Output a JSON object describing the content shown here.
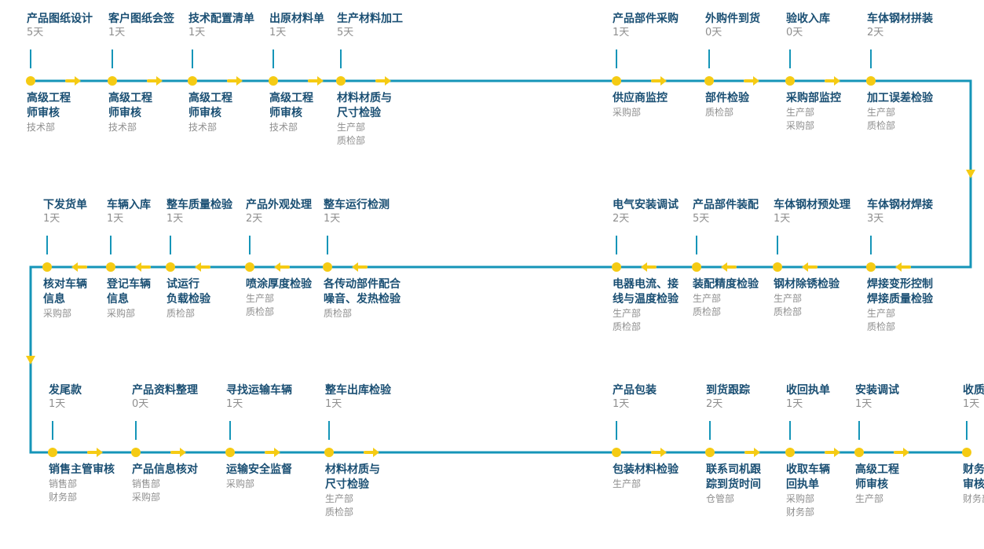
{
  "colors": {
    "line": "#1595b8",
    "node": "#f5cb14",
    "title": "#1a4f73",
    "muted": "#8f8f8f"
  },
  "rows": [
    {
      "dir": "right",
      "nodes": [
        {
          "step": "产品图纸设计",
          "days": "5天",
          "control": [
            "高级工程",
            "师审核"
          ],
          "depts": [
            "技术部"
          ]
        },
        {
          "step": "客户图纸会签",
          "days": "1天",
          "control": [
            "高级工程",
            "师审核"
          ],
          "depts": [
            "技术部"
          ]
        },
        {
          "step": "技术配置清单",
          "days": "1天",
          "control": [
            "高级工程",
            "师审核"
          ],
          "depts": [
            "技术部"
          ]
        },
        {
          "step": "出原材料单",
          "days": "1天",
          "control": [
            "高级工程",
            "师审核"
          ],
          "depts": [
            "技术部"
          ]
        },
        {
          "step": "生产材料加工",
          "days": "5天",
          "control": [
            "材料材质与",
            "尺寸检验"
          ],
          "depts": [
            "生产部",
            "质检部"
          ]
        },
        {
          "step": "产品部件采购",
          "days": "1天",
          "control": [
            "供应商监控"
          ],
          "depts": [
            "采购部"
          ]
        },
        {
          "step": "外购件到货",
          "days": "0天",
          "control": [
            "部件检验"
          ],
          "depts": [
            "质检部"
          ]
        },
        {
          "step": "验收入库",
          "days": "0天",
          "control": [
            "采购部监控"
          ],
          "depts": [
            "生产部",
            "采购部"
          ]
        },
        {
          "step": "车体钢材拼装",
          "days": "2天",
          "control": [
            "加工误差检验"
          ],
          "depts": [
            "生产部",
            "质检部"
          ]
        }
      ]
    },
    {
      "dir": "left",
      "nodes": [
        {
          "step": "下发货单",
          "days": "1天",
          "control": [
            "核对车辆",
            "信息"
          ],
          "depts": [
            "采购部"
          ]
        },
        {
          "step": "车辆入库",
          "days": "1天",
          "control": [
            "登记车辆",
            "信息"
          ],
          "depts": [
            "采购部"
          ]
        },
        {
          "step": "整车质量检验",
          "days": "1天",
          "control": [
            "试运行",
            "负载检验"
          ],
          "depts": [
            "质检部"
          ]
        },
        {
          "step": "产品外观处理",
          "days": "2天",
          "control": [
            "喷涂厚度检验"
          ],
          "depts": [
            "生产部",
            "质检部"
          ]
        },
        {
          "step": "整车运行检测",
          "days": "1天",
          "control": [
            "各传动部件配合",
            "噪音、发热检验"
          ],
          "depts": [
            "质检部"
          ]
        },
        {
          "step": "电气安装调试",
          "days": "2天",
          "control": [
            "电器电流、接",
            "线与温度检验"
          ],
          "depts": [
            "生产部",
            "质检部"
          ]
        },
        {
          "step": "产品部件装配",
          "days": "5天",
          "control": [
            "装配精度检验"
          ],
          "depts": [
            "生产部",
            "质检部"
          ]
        },
        {
          "step": "车体钢材预处理",
          "days": "1天",
          "control": [
            "钢材除锈检验"
          ],
          "depts": [
            "生产部",
            "质检部"
          ]
        },
        {
          "step": "车体钢材焊接",
          "days": "3天",
          "control": [
            "焊接变形控制",
            "焊接质量检验"
          ],
          "depts": [
            "生产部",
            "质检部"
          ]
        }
      ]
    },
    {
      "dir": "right",
      "nodes": [
        {
          "step": "发尾款",
          "days": "1天",
          "control": [
            "销售主管审核"
          ],
          "depts": [
            "销售部",
            "财务部"
          ]
        },
        {
          "step": "产品资料整理",
          "days": "0天",
          "control": [
            "产品信息核对"
          ],
          "depts": [
            "销售部",
            "采购部"
          ]
        },
        {
          "step": "寻找运输车辆",
          "days": "1天",
          "control": [
            "运输安全监督"
          ],
          "depts": [
            "采购部"
          ]
        },
        {
          "step": "整车出库检验",
          "days": "1天",
          "control": [
            "材料材质与",
            "尺寸检验"
          ],
          "depts": [
            "生产部",
            "质检部"
          ]
        },
        {
          "step": "产品包装",
          "days": "1天",
          "control": [
            "包装材料检验"
          ],
          "depts": [
            "生产部"
          ]
        },
        {
          "step": "到货跟踪",
          "days": "2天",
          "control": [
            "联系司机跟",
            "踪到货时间"
          ],
          "depts": [
            "仓管部"
          ]
        },
        {
          "step": "收回执单",
          "days": "1天",
          "control": [
            "收取车辆",
            "回执单"
          ],
          "depts": [
            "采购部",
            "财务部"
          ]
        },
        {
          "step": "安装调试",
          "days": "1天",
          "control": [
            "高级工程",
            "师审核"
          ],
          "depts": [
            "生产部"
          ]
        },
        {
          "step": "收质保金",
          "days": "1天",
          "control": [
            "财务经理",
            "审核"
          ],
          "depts": [
            "财务部"
          ]
        }
      ]
    }
  ]
}
